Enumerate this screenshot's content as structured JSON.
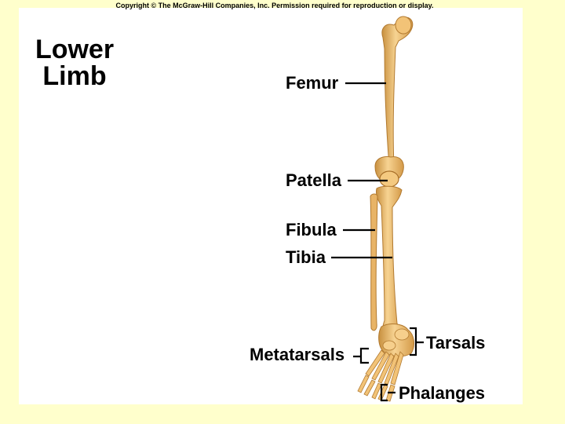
{
  "copyright": "Copyright © The McGraw-Hill Companies, Inc. Permission required for reproduction or display.",
  "title": {
    "line1": "Lower",
    "line2": "Limb"
  },
  "labels": {
    "femur": "Femur",
    "patella": "Patella",
    "fibula": "Fibula",
    "tibia": "Tibia",
    "tarsals": "Tarsals",
    "metatarsals": "Metatarsals",
    "phalanges": "Phalanges"
  },
  "colors": {
    "background": "#ffffcc",
    "panel": "#ffffff",
    "bone": "#f2c377",
    "bone_shadow": "#c8903f",
    "leader": "#000000"
  }
}
